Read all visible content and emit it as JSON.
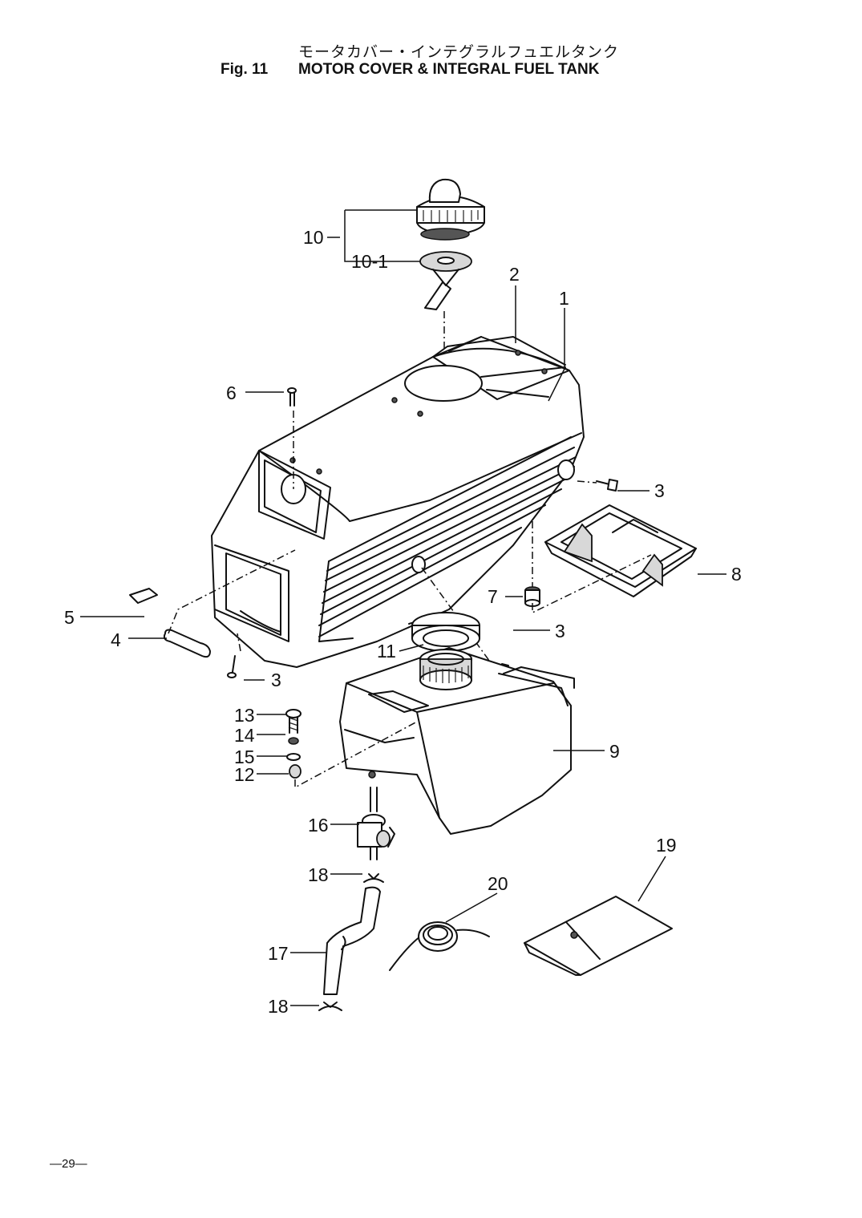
{
  "header": {
    "title_jp": "モータカバー・インテグラルフュエルタンク",
    "fig_no": "Fig. 11",
    "title_en": "MOTOR COVER & INTEGRAL FUEL TANK"
  },
  "footer": {
    "page_number": "—29—"
  },
  "callouts": [
    {
      "id": "c1",
      "text": "1"
    },
    {
      "id": "c2",
      "text": "2"
    },
    {
      "id": "c3a",
      "text": "3"
    },
    {
      "id": "c3b",
      "text": "3"
    },
    {
      "id": "c3c",
      "text": "3"
    },
    {
      "id": "c4",
      "text": "4"
    },
    {
      "id": "c5",
      "text": "5"
    },
    {
      "id": "c6",
      "text": "6"
    },
    {
      "id": "c7",
      "text": "7"
    },
    {
      "id": "c8",
      "text": "8"
    },
    {
      "id": "c9",
      "text": "9"
    },
    {
      "id": "c10",
      "text": "10"
    },
    {
      "id": "c10_1",
      "text": "10-1"
    },
    {
      "id": "c11",
      "text": "11"
    },
    {
      "id": "c12",
      "text": "12"
    },
    {
      "id": "c13",
      "text": "13"
    },
    {
      "id": "c14",
      "text": "14"
    },
    {
      "id": "c15",
      "text": "15"
    },
    {
      "id": "c16",
      "text": "16"
    },
    {
      "id": "c17",
      "text": "17"
    },
    {
      "id": "c18a",
      "text": "18"
    },
    {
      "id": "c18b",
      "text": "18"
    },
    {
      "id": "c19",
      "text": "19"
    },
    {
      "id": "c20",
      "text": "20"
    }
  ]
}
